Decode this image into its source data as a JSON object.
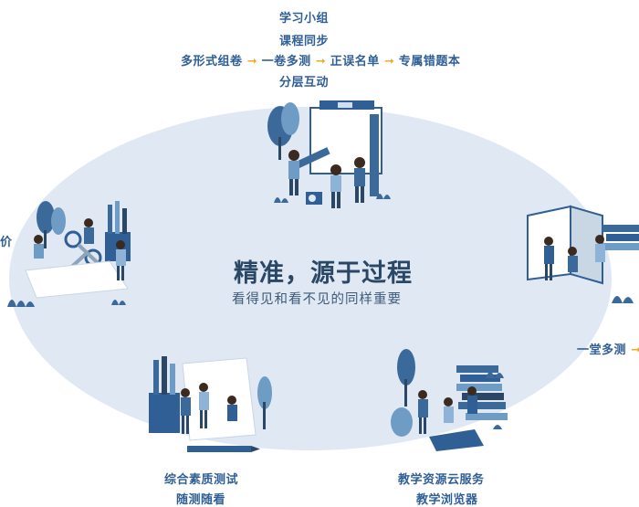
{
  "top": {
    "line1": "学习小组",
    "line2": "课程同步",
    "chain": [
      "多形式组卷",
      "一卷多测",
      "正误名单",
      "专属错题本"
    ],
    "line4": "分层互动"
  },
  "center": {
    "title": "精准，源于过程",
    "subtitle": "看得见和看不见的同样重要"
  },
  "left": {
    "label": "价"
  },
  "right": {
    "label": "一堂多测"
  },
  "bottom_left": {
    "line1": "综合素质测试",
    "line2": "随测随看"
  },
  "bottom_right": {
    "line1": "教学资源云服务",
    "line2": "教学浏览器"
  },
  "colors": {
    "ellipse": "#dfe8f3",
    "primary": "#2f5f95",
    "accent": "#f0a21a",
    "dark": "#2a4766"
  }
}
